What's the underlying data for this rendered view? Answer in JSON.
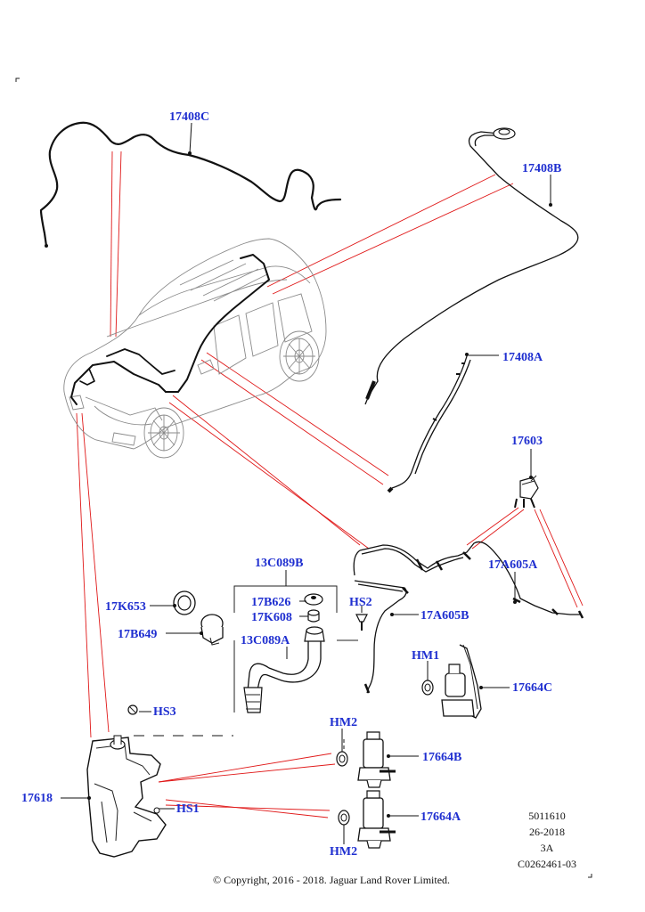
{
  "diagram": {
    "callouts": {
      "c17408C": "17408C",
      "c17408B": "17408B",
      "c17408A": "17408A",
      "c17603": "17603",
      "c13C089B": "13C089B",
      "c17K653": "17K653",
      "c17B649": "17B649",
      "c17B626": "17B626",
      "c17K608": "17K608",
      "c13C089A": "13C089A",
      "cHS2": "HS2",
      "c17A605B": "17A605B",
      "c17A605A": "17A605A",
      "cHM1": "HM1",
      "c17664C": "17664C",
      "cHS3": "HS3",
      "cHM2a": "HM2",
      "c17664B": "17664B",
      "c17618": "17618",
      "cHS1": "HS1",
      "c17664A": "17664A",
      "cHM2b": "HM2"
    },
    "info": {
      "ref": "5011610",
      "date": "26-2018",
      "rev": "3A",
      "code": "C0262461-03"
    },
    "copyright": "© Copyright, 2016 - 2018. Jaguar Land Rover Limited.",
    "colors": {
      "callout": "#1f2fd0",
      "leader_red": "#e01818",
      "line": "#111111"
    }
  }
}
